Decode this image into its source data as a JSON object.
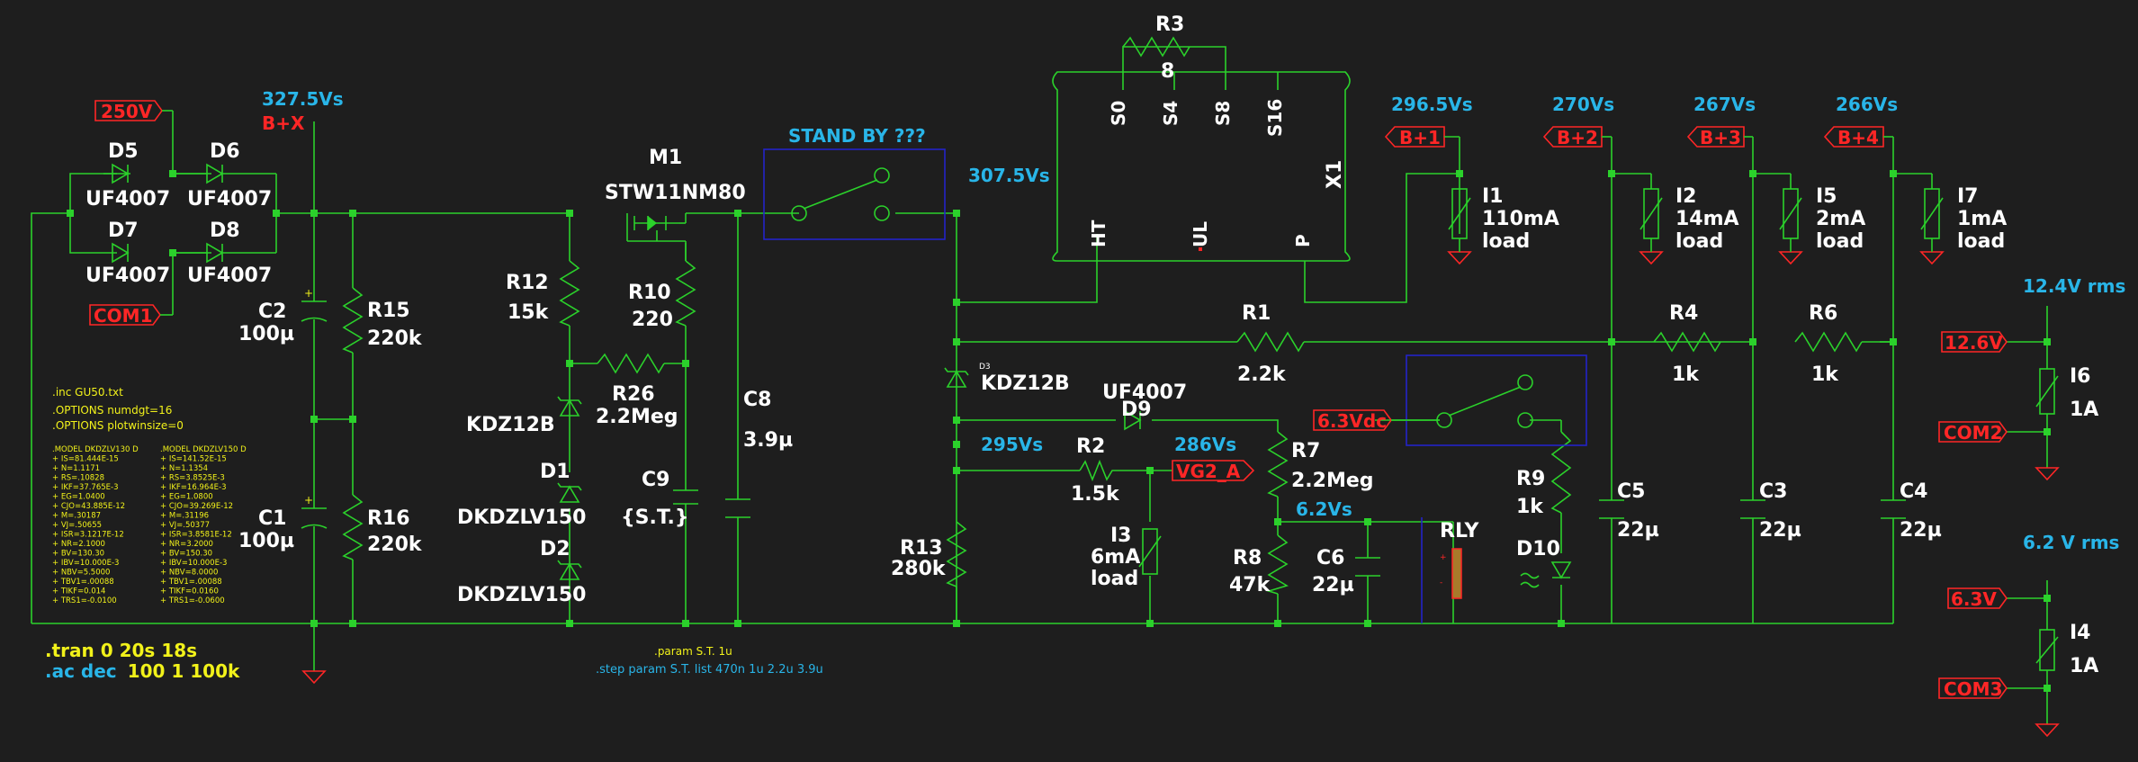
{
  "components": {
    "D5": {
      "ref": "D5",
      "model": "UF4007"
    },
    "D6": {
      "ref": "D6",
      "model": "UF4007"
    },
    "D7": {
      "ref": "D7",
      "model": "UF4007"
    },
    "D8": {
      "ref": "D8",
      "model": "UF4007"
    },
    "C2": {
      "ref": "C2",
      "value": "100µ"
    },
    "C1": {
      "ref": "C1",
      "value": "100µ"
    },
    "R15": {
      "ref": "R15",
      "value": "220k"
    },
    "R16": {
      "ref": "R16",
      "value": "220k"
    },
    "M1": {
      "ref": "M1",
      "model": "STW11NM80"
    },
    "R12": {
      "ref": "R12",
      "value": "15k"
    },
    "R10": {
      "ref": "R10",
      "value": "220"
    },
    "R26": {
      "ref": "R26",
      "value": "2.2Meg"
    },
    "KDZ12B_left": {
      "model": "KDZ12B"
    },
    "D1": {
      "ref": "D1",
      "model": "DKDZLV150"
    },
    "D2": {
      "ref": "D2",
      "model": "DKDZLV150"
    },
    "C9": {
      "ref": "C9",
      "value": "{S.T.}"
    },
    "C8": {
      "ref": "C8",
      "value": "3.9µ"
    },
    "switch_standby": {
      "label": "STAND BY ???"
    },
    "R3": {
      "ref": "R3",
      "value": "8"
    },
    "X1": {
      "ref": "X1",
      "pins": [
        "S0",
        "S4",
        "S8",
        "S16",
        "HT",
        "UL",
        "P"
      ]
    },
    "D3": {
      "ref": "D3",
      "model": "KDZ12B"
    },
    "D9": {
      "ref": "D9",
      "model": "UF4007"
    },
    "R2": {
      "ref": "R2",
      "value": "1.5k"
    },
    "R13": {
      "ref": "R13",
      "value": "280k"
    },
    "I3": {
      "ref": "I3",
      "value": "6mA",
      "desc": "load"
    },
    "R7": {
      "ref": "R7",
      "value": "2.2Meg"
    },
    "R8": {
      "ref": "R8",
      "value": "47k"
    },
    "C6": {
      "ref": "C6",
      "value": "22µ"
    },
    "RLY": {
      "ref": "RLY"
    },
    "R9": {
      "ref": "R9",
      "value": "1k"
    },
    "D10": {
      "ref": "D10"
    },
    "R1": {
      "ref": "R1",
      "value": "2.2k"
    },
    "R4": {
      "ref": "R4",
      "value": "1k"
    },
    "R6": {
      "ref": "R6",
      "value": "1k"
    },
    "C5": {
      "ref": "C5",
      "value": "22µ"
    },
    "C3": {
      "ref": "C3",
      "value": "22µ"
    },
    "C4": {
      "ref": "C4",
      "value": "22µ"
    },
    "I1": {
      "ref": "I1",
      "value": "110mA",
      "desc": "load"
    },
    "I2": {
      "ref": "I2",
      "value": "14mA",
      "desc": "load"
    },
    "I5": {
      "ref": "I5",
      "value": "2mA",
      "desc": "load"
    },
    "I7": {
      "ref": "I7",
      "value": "1mA",
      "desc": "load"
    },
    "I6": {
      "ref": "I6",
      "value": "1A"
    },
    "I4": {
      "ref": "I4",
      "value": "1A"
    }
  },
  "net_labels": {
    "n250V": "250V",
    "COM1": "COM1",
    "BX": "B+X",
    "B1": "B+1",
    "B2": "B+2",
    "B3": "B+3",
    "B4": "B+4",
    "V126": "12.6V",
    "COM2": "COM2",
    "V63vdc": "6.3Vdc",
    "VG2A": "VG2_A",
    "V63": "6.3V",
    "COM3": "COM3"
  },
  "voltages": {
    "v3275": "327.5Vs",
    "v3075": "307.5Vs",
    "v2965": "296.5Vs",
    "v270": "270Vs",
    "v267": "267Vs",
    "v266": "266Vs",
    "v295": "295Vs",
    "v286": "286Vs",
    "v62": "6.2Vs",
    "v124rms": "12.4V rms",
    "v62rms": "6.2 V rms"
  },
  "directives": {
    "inc": ".inc GU50.txt",
    "opt1": ".OPTIONS numdgt=16",
    "opt2": ".OPTIONS plotwinsize=0",
    "model_a": [
      ".MODEL DKDZLV130 D",
      "+ IS=81.444E-15",
      "+ N=1.1171",
      "+ RS=.10828",
      "+ IKF=37.765E-3",
      "+ EG=1.0400",
      "+ CJO=43.885E-12",
      "+ M=.30187",
      "+ VJ=.50655",
      "+ ISR=3.1217E-12",
      "+ NR=2.1000",
      "+ BV=130.30",
      "+ IBV=10.000E-3",
      "+ NBV=5.5000",
      "+ TBV1=.00088",
      "+ TIKF=0.014",
      "+ TRS1=-0.0100"
    ],
    "model_b": [
      ".MODEL DKDZLV150 D",
      "+ IS=141.52E-15",
      "+ N=1.1354",
      "+ RS=3.8525E-3",
      "+ IKF=16.964E-3",
      "+ EG=1.0800",
      "+ CJO=39.269E-12",
      "+ M=.31196",
      "+ VJ=.50377",
      "+ ISR=3.8581E-12",
      "+ NR=3.2000",
      "+ BV=150.30",
      "+ IBV=10.000E-3",
      "+ NBV=8.0000",
      "+ TBV1=.00088",
      "+ TIKF=0.0160",
      "+ TRS1=-0.0600"
    ],
    "tran": ".tran 0 20s 18s",
    "ac_prefix": ".ac dec",
    "ac_args": "100 1 100k",
    "param": ".param S.T. 1u",
    "step": ".step param S.T. list 470n 1u 2.2u 3.9u"
  }
}
